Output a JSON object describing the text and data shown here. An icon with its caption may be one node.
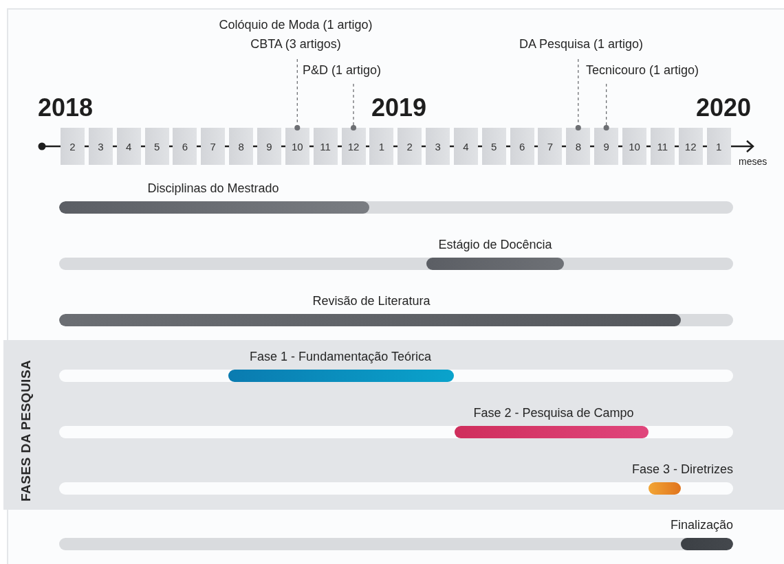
{
  "diagram": {
    "nodes": [
      {
        "text": [
          "Colóquio de Moda (1 artigo)",
          "CBTA (3 artigos)"
        ]
      },
      {
        "text": [
          "P&D (1 artigo)"
        ]
      },
      {
        "text": [
          "DA Pesquisa (1 artigo)"
        ]
      },
      {
        "text": [
          "Tecnicouro (1 artigo)"
        ]
      },
      {
        "text": [
          "2"
        ]
      },
      {
        "text": [
          "3"
        ]
      },
      {
        "text": [
          "4"
        ]
      },
      {
        "text": [
          "5"
        ]
      },
      {
        "text": [
          "6"
        ]
      },
      {
        "text": [
          "7"
        ]
      },
      {
        "text": [
          "8"
        ]
      },
      {
        "text": [
          "9"
        ]
      },
      {
        "text": [
          "10"
        ]
      },
      {
        "text": [
          "11"
        ]
      },
      {
        "text": [
          "12"
        ]
      },
      {
        "text": [
          "1"
        ]
      },
      {
        "text": [
          "2"
        ]
      },
      {
        "text": [
          "3"
        ]
      },
      {
        "text": [
          "4"
        ]
      },
      {
        "text": [
          "5"
        ]
      },
      {
        "text": [
          "6"
        ]
      },
      {
        "text": [
          "7"
        ]
      },
      {
        "text": [
          "8"
        ]
      },
      {
        "text": [
          "9"
        ]
      },
      {
        "text": [
          "10"
        ]
      },
      {
        "text": [
          "11"
        ]
      },
      {
        "text": [
          "12"
        ]
      },
      {
        "text": [
          "1"
        ]
      },
      {
        "text": [
          "Disciplinas do Mestrado"
        ]
      },
      {
        "text": [
          "Estágio de Docência"
        ]
      },
      {
        "text": [
          "Revisão de Literatura"
        ]
      },
      {
        "text": [
          "FASES DA PESQUISA"
        ]
      },
      {
        "text": [
          "Fase 1 - Fundamentação Teórica"
        ],
        "in": 31
      },
      {
        "text": [
          "Fase 2 - Pesquisa de Campo"
        ],
        "in": 31
      },
      {
        "text": [
          "Fase 3 - Diretrizes"
        ],
        "in": 31
      },
      {
        "text": [
          "Finalização"
        ]
      }
    ],
    "edges": [
      {
        "from": 0,
        "to": 12,
        "arrow": "other",
        "style": "dashed"
      },
      {
        "from": 1,
        "to": 14,
        "arrow": "other",
        "style": "dashed"
      },
      {
        "from": 2,
        "to": 22,
        "arrow": "other",
        "style": "dashed"
      },
      {
        "from": 3,
        "to": 23,
        "arrow": "other",
        "style": "dashed"
      }
    ],
    "labels": [
      "2018",
      "2019",
      "2020",
      "meses"
    ]
  }
}
